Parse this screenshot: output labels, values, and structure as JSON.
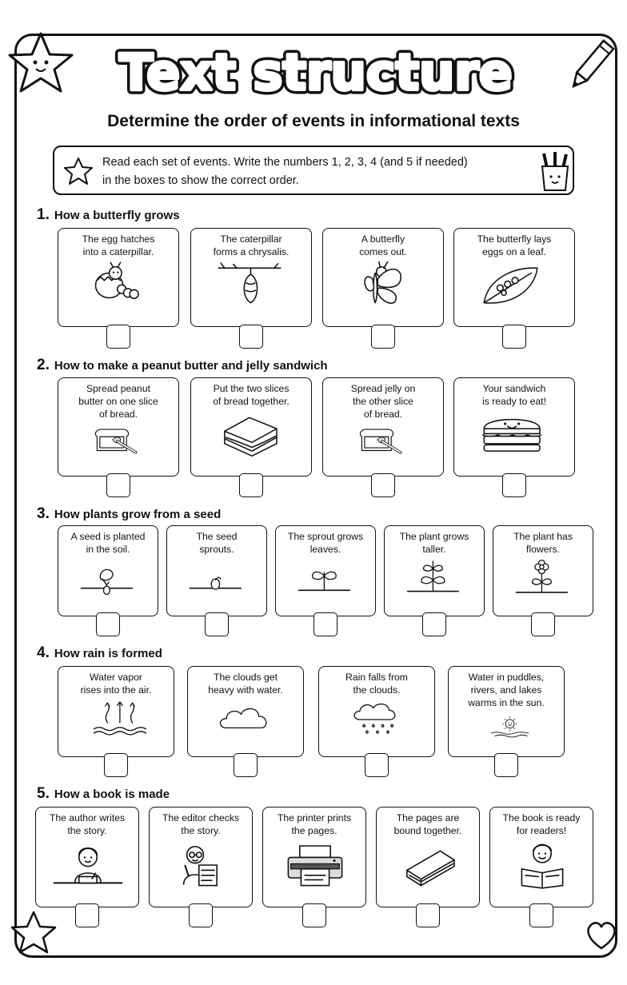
{
  "header": {
    "title": "Text structure",
    "subtitle": "Determine the order of events in informational texts",
    "instructions_line1": "Read each set of events. Write the numbers 1, 2, 3, 4 (and 5 if needed)",
    "instructions_line2": "in the boxes to show the correct order."
  },
  "sections": [
    {
      "number": "1.",
      "title": "How a butterfly grows",
      "cards": [
        {
          "text": "The egg hatches\ninto a caterpillar.",
          "icon": "hatching-caterpillar-icon"
        },
        {
          "text": "The caterpillar\nforms a chrysalis.",
          "icon": "chrysalis-icon"
        },
        {
          "text": "A butterfly\ncomes out.",
          "icon": "butterfly-icon"
        },
        {
          "text": "The butterfly lays\neggs on a leaf.",
          "icon": "eggs-on-leaf-icon"
        }
      ]
    },
    {
      "number": "2.",
      "title": "How to make a peanut butter and jelly sandwich",
      "cards": [
        {
          "text": "Spread peanut\nbutter on one slice\nof bread.",
          "icon": "bread-knife-icon"
        },
        {
          "text": "Put the two slices\nof bread together.",
          "icon": "sandwich-icon"
        },
        {
          "text": "Spread jelly on\nthe other slice\nof bread.",
          "icon": "bread-knife-icon"
        },
        {
          "text": "Your sandwich\nis ready to eat!",
          "icon": "happy-sandwich-icon"
        }
      ]
    },
    {
      "number": "3.",
      "title": "How plants grow from a seed",
      "cards": [
        {
          "text": "A seed is planted\nin the soil.",
          "icon": "planted-seed-icon"
        },
        {
          "text": "The seed\nsprouts.",
          "icon": "sprouting-seed-icon"
        },
        {
          "text": "The sprout grows\nleaves.",
          "icon": "sprout-icon"
        },
        {
          "text": "The plant grows\ntaller.",
          "icon": "tall-plant-icon"
        },
        {
          "text": "The plant has\nflowers.",
          "icon": "flower-icon"
        }
      ]
    },
    {
      "number": "4.",
      "title": "How rain is formed",
      "cards": [
        {
          "text": "Water vapor\nrises into the air.",
          "icon": "evaporation-icon"
        },
        {
          "text": "The clouds get\nheavy with water.",
          "icon": "cloud-icon"
        },
        {
          "text": "Rain falls from\nthe clouds.",
          "icon": "rain-cloud-icon"
        },
        {
          "text": "Water in puddles,\nrivers, and lakes\nwarms in the sun.",
          "icon": "sun-water-icon"
        }
      ]
    },
    {
      "number": "5.",
      "title": "How a book is made",
      "cards": [
        {
          "text": "The author writes\nthe story.",
          "icon": "author-icon"
        },
        {
          "text": "The editor checks\nthe story.",
          "icon": "editor-icon"
        },
        {
          "text": "The printer prints\nthe pages.",
          "icon": "printer-icon"
        },
        {
          "text": "The pages are\nbound together.",
          "icon": "book-icon"
        },
        {
          "text": "The book is ready\nfor readers!",
          "icon": "reader-icon"
        }
      ]
    }
  ],
  "answer_boxes": [
    "",
    "",
    "",
    "",
    "",
    "",
    "",
    "",
    "",
    "",
    "",
    "",
    "",
    "",
    "",
    "",
    "",
    "",
    "",
    "",
    "",
    ""
  ]
}
